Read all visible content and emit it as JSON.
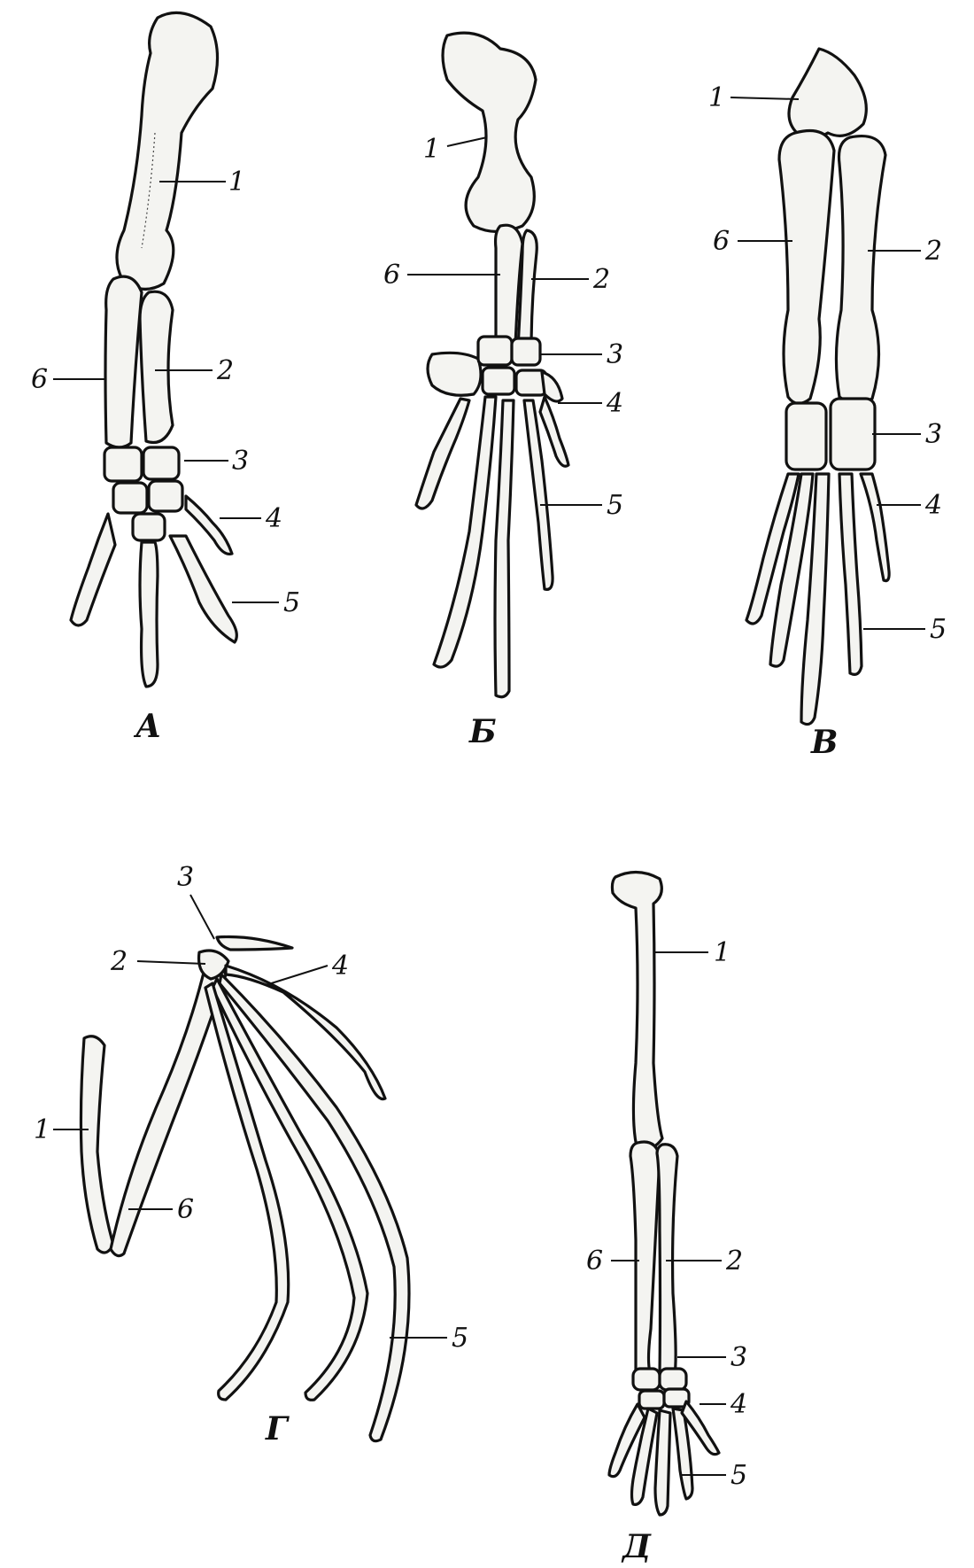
{
  "panels": [
    {
      "letter": "А",
      "labels": [
        "1",
        "2",
        "3",
        "4",
        "5",
        "6"
      ]
    },
    {
      "letter": "Б",
      "labels": [
        "1",
        "2",
        "3",
        "4",
        "5",
        "6"
      ]
    },
    {
      "letter": "В",
      "labels": [
        "1",
        "2",
        "3",
        "4",
        "5",
        "6"
      ]
    },
    {
      "letter": "Г",
      "labels": [
        "1",
        "2",
        "3",
        "4",
        "5",
        "6"
      ]
    },
    {
      "letter": "Д",
      "labels": [
        "1",
        "2",
        "3",
        "4",
        "5",
        "6"
      ]
    }
  ],
  "colors": {
    "ink": "#111111",
    "bone": "#f4f4f1",
    "background": "#ffffff"
  }
}
